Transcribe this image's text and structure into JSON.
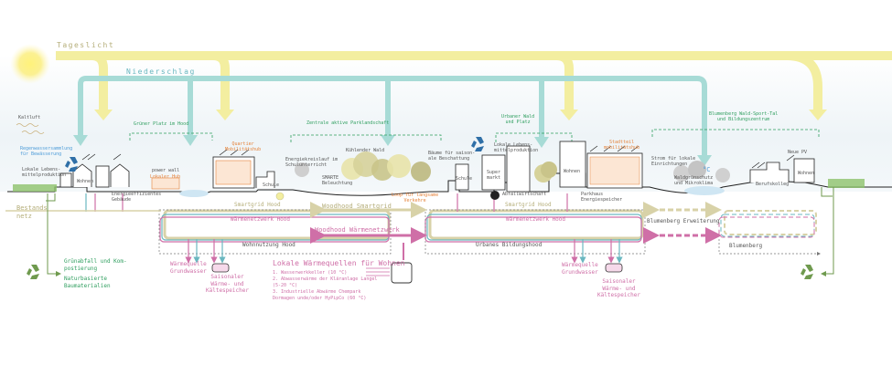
{
  "flows": {
    "daylight": "Tageslicht",
    "precipitation": "Niederschlag"
  },
  "left": {
    "cold_air": "Kaltluft",
    "rainwater": "Regenwassersammlung\nfür Bewässerung",
    "local_food": "Lokale Lebens-\nmittelproduktion",
    "housing": "Wohnen",
    "existing_grid": "Bestands\nnetz",
    "green_waste": "Grünabfall und Kom-\npostierung",
    "natural_materials": "Naturbasierte\nBaumaterialien"
  },
  "zones": {
    "green_square": "Grüner Platz im Hood",
    "central_park": "Zentrale aktive Parklandschaft",
    "urban_forest": "Urbaner Wald\nund Platz",
    "blumenberg_valley": "Blumenberg Wald-Sport-Tal\nund Bildungszentrum"
  },
  "buildings": {
    "efficient": "Energieeffizientes\nGebäude",
    "power_wall": "power wall",
    "local_hub": "Lokaler Hub",
    "mobility_hub": "Quartier\nMobilitätshub",
    "school_cycle": "Energiekreislauf im\nSchulunterricht",
    "school": "Schule",
    "smart_lighting": "SMARTE\nBeleuchtung",
    "cooling_forest": "Kühlender Wald",
    "seasonal_trees": "Bäume für saison-\nale Beschattung",
    "slow_loop": "Loop für langsame\nVerkehre",
    "school2": "Schule",
    "supermarket": "Super\nmarkt",
    "local_food2": "Lokale Lebens-\nmittelproduktion",
    "waste_mgmt": "Abfallwirtschaft",
    "housing2": "Wohnen",
    "parking_storage": "Parkhaus\nEnergiespeicher",
    "district_hub": "Stadtteil\nmobilitätshub",
    "local_power": "Strom für lokale\nEinrichtungen",
    "forest_climate": "Waldgrünschutz\nund Mikroklima",
    "vocational": "Berufskolleg",
    "housing3": "Wohnen",
    "new_pv": "Neue PV",
    "celsius": "°C"
  },
  "networks": {
    "smartgrid1": "Smartgrid Hood",
    "heatnet1": "Wärmenetzwerk Hood",
    "living": "Wohnnutzung Hood",
    "woodhood_smartgrid": "Woodhood Smartgrid",
    "woodhood_heatnet": "Woodhood Wärmenetzwerk",
    "smartgrid2": "Smartgrid Hood",
    "heatnet2": "Wärmenetzwerk Hood",
    "education": "Urbanes Bildungshood",
    "extension": "Blumenberg Erweiterung",
    "blumenberg": "Blumenberg"
  },
  "heat": {
    "groundwater1": "Wärmequelle\nGrundwasser",
    "storage1": "Saisonaler\nWärme- und\nKältespeicher",
    "groundwater2": "Wärmequelle\nGrundwasser",
    "storage2": "Saisonaler\nWärme- und\nKältespeicher",
    "sources_title": "Lokale Wärmequellen für Wohnen",
    "sources": [
      "1. Wasserwerkkeller (10 °C)",
      "2. Abwasserwärme der Kläranlage Langel",
      "(5-20 °C)",
      "3. Industrielle Abwärme Chempark",
      "Dormagen unde/oder HyPipCo (60 °C)"
    ]
  },
  "colors": {
    "daylight": "#f3eea0",
    "precipitation": "#a7dbd6",
    "smartgrid": "#d8d2a8",
    "heat": "#cf6fa7",
    "water": "#6ab7c0",
    "green": "#2e9e5e",
    "orange": "#e5823a",
    "recycle": "#6f9a4e"
  }
}
